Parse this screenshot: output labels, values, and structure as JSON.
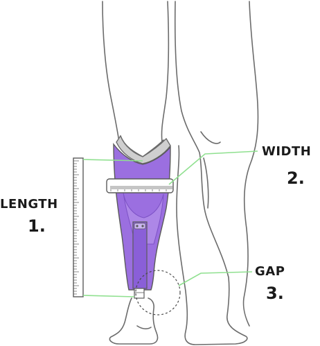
{
  "labels": {
    "length": {
      "name": "LENGTH",
      "number": "1."
    },
    "width": {
      "name": "WIDTH",
      "number": "2."
    },
    "gap": {
      "name": "GAP",
      "number": "3."
    }
  },
  "colors": {
    "sleeve": "#9b6fe0",
    "sleeve_dark": "#7a4fc4",
    "sleeve_highlight": "#b08ae8",
    "outline": "#6b6b6b",
    "callout_line": "#8fe08f",
    "text": "#1a1a1a"
  },
  "icons": {
    "ruler": "ruler-icon",
    "tape": "measuring-tape-icon",
    "gap_circle": "dashed-circle-icon"
  }
}
